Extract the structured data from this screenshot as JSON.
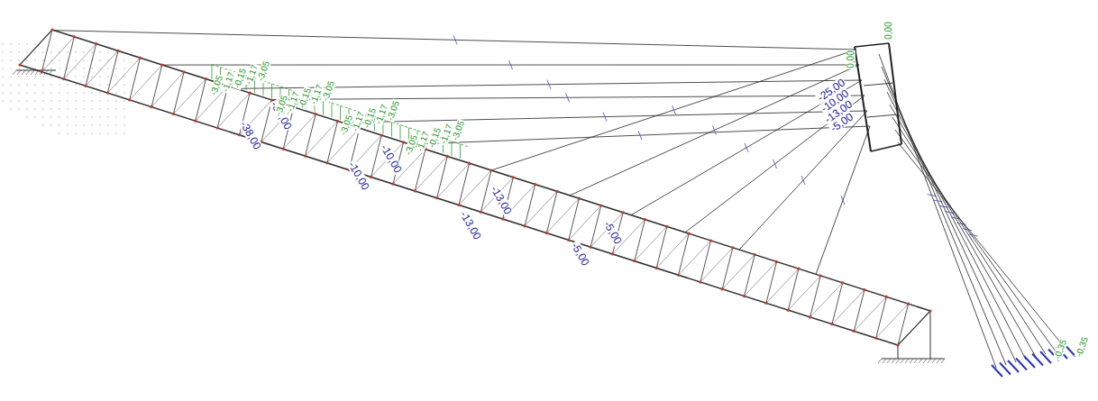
{
  "diagram": {
    "labels": [
      "-38,00",
      "-38,00",
      "-10,00",
      "-10,00",
      "-13,00",
      "-13,00",
      "-5,00",
      "-5,00",
      "-3,05",
      "-1,17",
      "-0,15",
      "-1,17",
      "-3,05",
      "-3,05",
      "-1,17",
      "-0,15",
      "-1,17",
      "-3,05",
      "-3,05",
      "-1,17",
      "-0,15",
      "-1,17",
      "-3,05",
      "-3,05",
      "-1,17",
      "-0,15",
      "-1,17",
      "-3,05",
      "-25,00",
      "-10,00",
      "-13,00",
      "-5,00",
      "0,00",
      "0,00",
      "-0,35",
      "-0,35"
    ]
  }
}
